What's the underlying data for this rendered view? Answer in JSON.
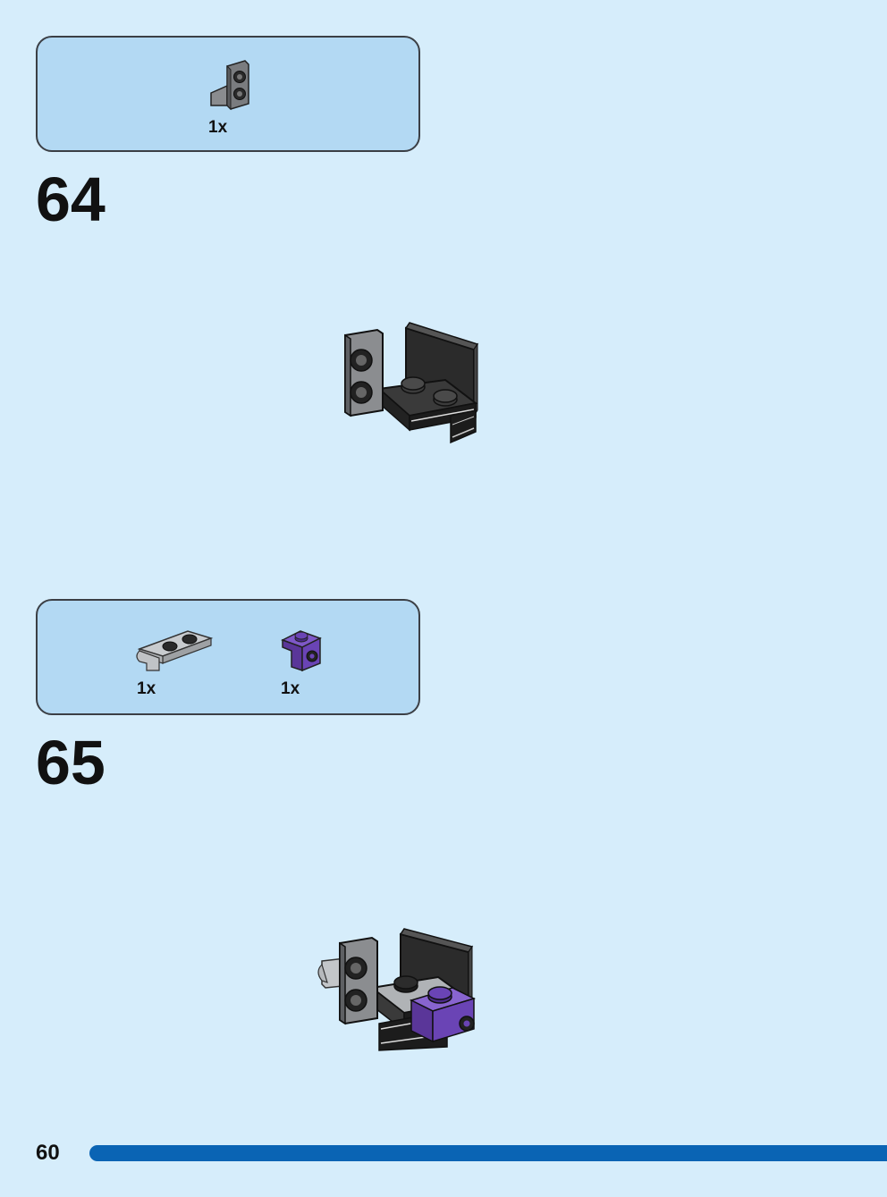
{
  "steps": [
    {
      "number": "64",
      "parts": [
        {
          "icon": "dark-gray-bracket-part-icon",
          "quantity": "1x",
          "color": "#7d7f82"
        }
      ]
    },
    {
      "number": "65",
      "parts": [
        {
          "icon": "light-gray-plate-with-clip-part-icon",
          "quantity": "1x",
          "color": "#b9bcbf"
        },
        {
          "icon": "purple-bracket-part-icon",
          "quantity": "1x",
          "color": "#6a44b5"
        }
      ]
    }
  ],
  "page_number": "60",
  "colors": {
    "background": "#d6edfb",
    "parts_box": "#b3d9f3",
    "footer_bar": "#0a64b4"
  }
}
